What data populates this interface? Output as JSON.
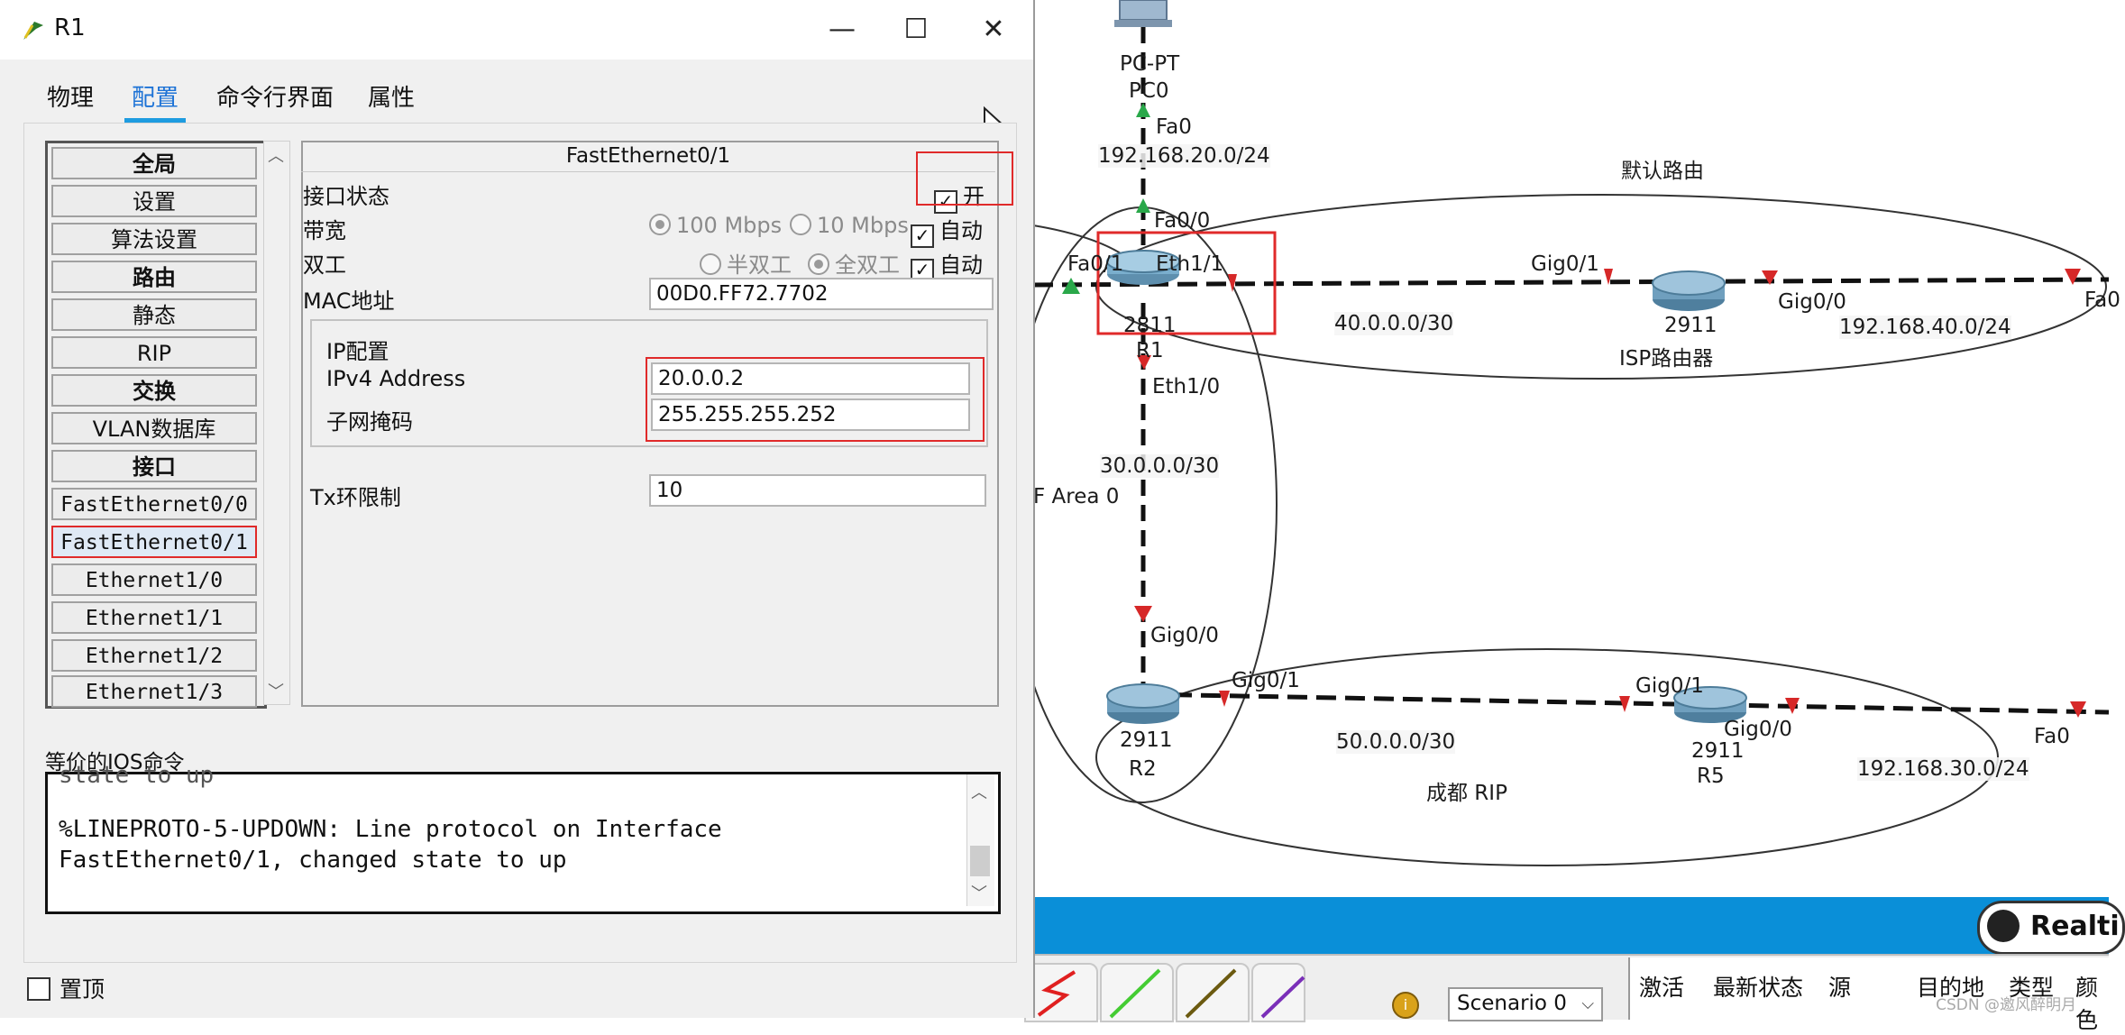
{
  "window": {
    "title": "R1",
    "controls": {
      "minimize": "—",
      "maximize": "☐",
      "close": "✕"
    }
  },
  "tabs": [
    {
      "label": "物理",
      "active": false
    },
    {
      "label": "配置",
      "active": true
    },
    {
      "label": "命令行界面",
      "active": false
    },
    {
      "label": "属性",
      "active": false
    }
  ],
  "nav": {
    "items": [
      {
        "label": "全局",
        "header": true
      },
      {
        "label": "设置",
        "header": false
      },
      {
        "label": "算法设置",
        "header": false
      },
      {
        "label": "路由",
        "header": true
      },
      {
        "label": "静态",
        "header": false
      },
      {
        "label": "RIP",
        "header": false
      },
      {
        "label": "交换",
        "header": true
      },
      {
        "label": "VLAN数据库",
        "header": false
      },
      {
        "label": "接口",
        "header": true
      },
      {
        "label": "FastEthernet0/0",
        "header": false
      },
      {
        "label": "FastEthernet0/1",
        "header": false,
        "selected": true
      },
      {
        "label": "Ethernet1/0",
        "header": false
      },
      {
        "label": "Ethernet1/1",
        "header": false
      },
      {
        "label": "Ethernet1/2",
        "header": false
      },
      {
        "label": "Ethernet1/3",
        "header": false
      }
    ]
  },
  "interface": {
    "title": "FastEthernet0/1",
    "port_status_label": "接口状态",
    "port_on_label": "开",
    "port_on_checked": true,
    "bandwidth_label": "带宽",
    "bandwidth_100": "100 Mbps",
    "bandwidth_10": "10 Mbps",
    "bandwidth_auto": "自动",
    "duplex_label": "双工",
    "duplex_half": "半双工",
    "duplex_full": "全双工",
    "duplex_auto": "自动",
    "mac_label": "MAC地址",
    "mac_value": "00D0.FF72.7702",
    "ip_group_label": "IP配置",
    "ipv4_label": "IPv4 Address",
    "ipv4_value": "20.0.0.2",
    "mask_label": "子网掩码",
    "mask_value": "255.255.255.252",
    "tx_label": "Tx环限制",
    "tx_value": "10"
  },
  "ios": {
    "label": "等价的IOS命令",
    "lines": [
      "state to up",
      "%LINEPROTO-5-UPDOWN: Line protocol on Interface",
      "FastEthernet0/1, changed state to up"
    ]
  },
  "pin_label": "置顶",
  "topology": {
    "labels": {
      "pc_model": "PC-PT",
      "pc_name": "PC0",
      "pc_fa0": "Fa0",
      "net_20": "192.168.20.0/24",
      "r1_fa00": "Fa0/0",
      "default_route": "默认路由",
      "r1_fa01": "Fa0/1",
      "r1_eth11": "Eth1/1",
      "isp_gig01": "Gig0/1",
      "isp_gig00": "Gig0/0",
      "right_fa0_top": "Fa0",
      "net_40": "40.0.0.0/30",
      "isp_model": "2911",
      "isp_name": "ISP路由器",
      "net_192_40": "192.168.40.0/24",
      "r1_model": "2811",
      "r1_name": "R1",
      "r1_eth10": "Eth1/0",
      "net_30": "30.0.0.0/30",
      "ospf_area": "F Area 0",
      "r2_gig00": "Gig0/0",
      "r2_gig01": "Gig0/1",
      "r5_gig01": "Gig0/1",
      "r5_gig00": "Gig0/0",
      "right_fa0_bottom": "Fa0",
      "r2_model": "2911",
      "r2_name": "R2",
      "net_50": "50.0.0.0/30",
      "r5_model": "2911",
      "r5_name": "R5",
      "area_rip": "成都   RIP",
      "net_192_30": "192.168.30.0/24"
    }
  },
  "bottom": {
    "realtime": "Realti",
    "info_glyph": "i",
    "scenario": "Scenario 0",
    "pdu_columns": [
      "激活",
      "最新状态",
      "源",
      "目的地",
      "类型",
      "颜色"
    ],
    "watermark": "CSDN @邀风醉明月"
  },
  "colors": {
    "accent_blue": "#1e9ce0",
    "tab_active_text": "#1e73d6",
    "highlight_red": "#e02a2a",
    "link_red_marker": "#d62828",
    "link_green_marker": "#2aa84a",
    "toolbar_blue": "#0a8fd8"
  },
  "icons": {
    "title": "router-config-icon",
    "cursor": "mouse-cursor-icon",
    "router": "router-icon",
    "pc": "pc-icon",
    "clock": "clock-icon",
    "info": "info-icon"
  }
}
